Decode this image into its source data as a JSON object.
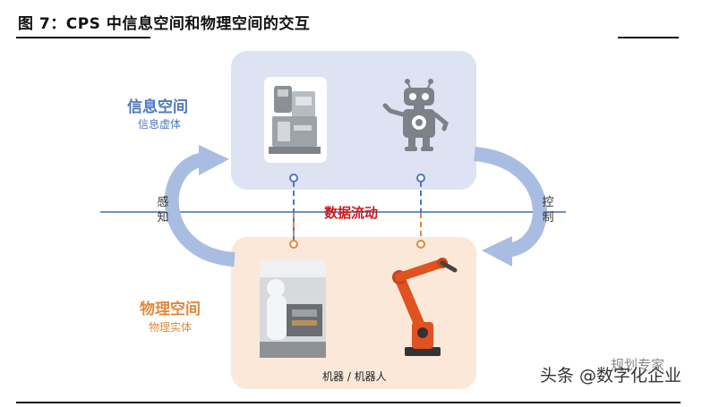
{
  "figure": {
    "title": "图 7：CPS 中信息空间和物理空间的交互"
  },
  "cyber_space": {
    "title": "信息空间",
    "subtitle": "信息虚体"
  },
  "physical_space": {
    "title": "物理空间",
    "subtitle": "物理实体",
    "caption": "机器 / 机器人"
  },
  "labels": {
    "sense": "感知",
    "control": "控制",
    "data_flow": "数据流动"
  },
  "watermark": {
    "text": "头条 @数字化企业",
    "sub": "规划专家"
  },
  "colors": {
    "cyber_panel": "#dde3f3",
    "physical_panel": "#fbe8d8",
    "cyber_accent": "#4e78bf",
    "physical_accent": "#e0893a",
    "flow_text": "#d11919",
    "arrow": "#9fb4df"
  },
  "icons": [
    "digital-machine-icon",
    "robot-icon",
    "factory-worker-photo",
    "industrial-robot-arm-icon",
    "weixin-icon"
  ]
}
